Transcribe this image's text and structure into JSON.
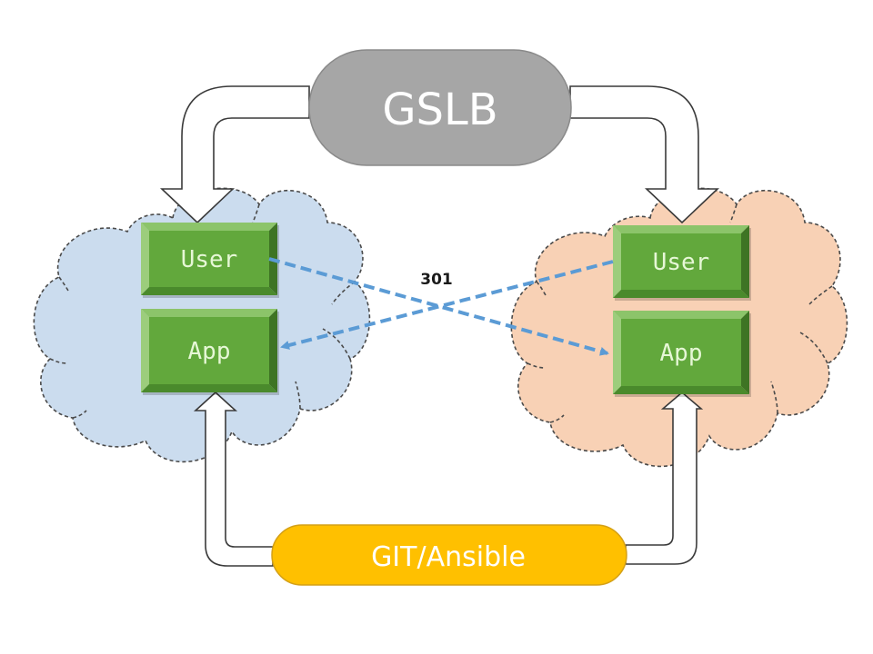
{
  "diagram": {
    "colors": {
      "gslb_fill": "#a6a6a6",
      "git_fill": "#ffc000",
      "cloud_left_fill": "#cbdcee",
      "cloud_right_fill": "#f8d1b5",
      "box_fill": "#62a83c",
      "redirect_line": "#5b9bd5"
    },
    "nodes": {
      "gslb": {
        "label": "GSLB"
      },
      "git": {
        "label": "GIT/Ansible"
      },
      "left_cloud": {
        "user": {
          "label": "User"
        },
        "app": {
          "label": "App"
        }
      },
      "right_cloud": {
        "user": {
          "label": "User"
        },
        "app": {
          "label": "App"
        }
      }
    },
    "edges": {
      "redirect_label": "301",
      "list": [
        {
          "from": "gslb",
          "to": "left_user",
          "style": "block-arrow"
        },
        {
          "from": "gslb",
          "to": "right_user",
          "style": "block-arrow"
        },
        {
          "from": "git",
          "to": "left_app",
          "style": "block-arrow"
        },
        {
          "from": "git",
          "to": "right_app",
          "style": "block-arrow"
        },
        {
          "from": "left_user",
          "to": "right_app",
          "style": "dashed",
          "label": "301"
        },
        {
          "from": "right_user",
          "to": "left_app",
          "style": "dashed"
        }
      ]
    }
  }
}
